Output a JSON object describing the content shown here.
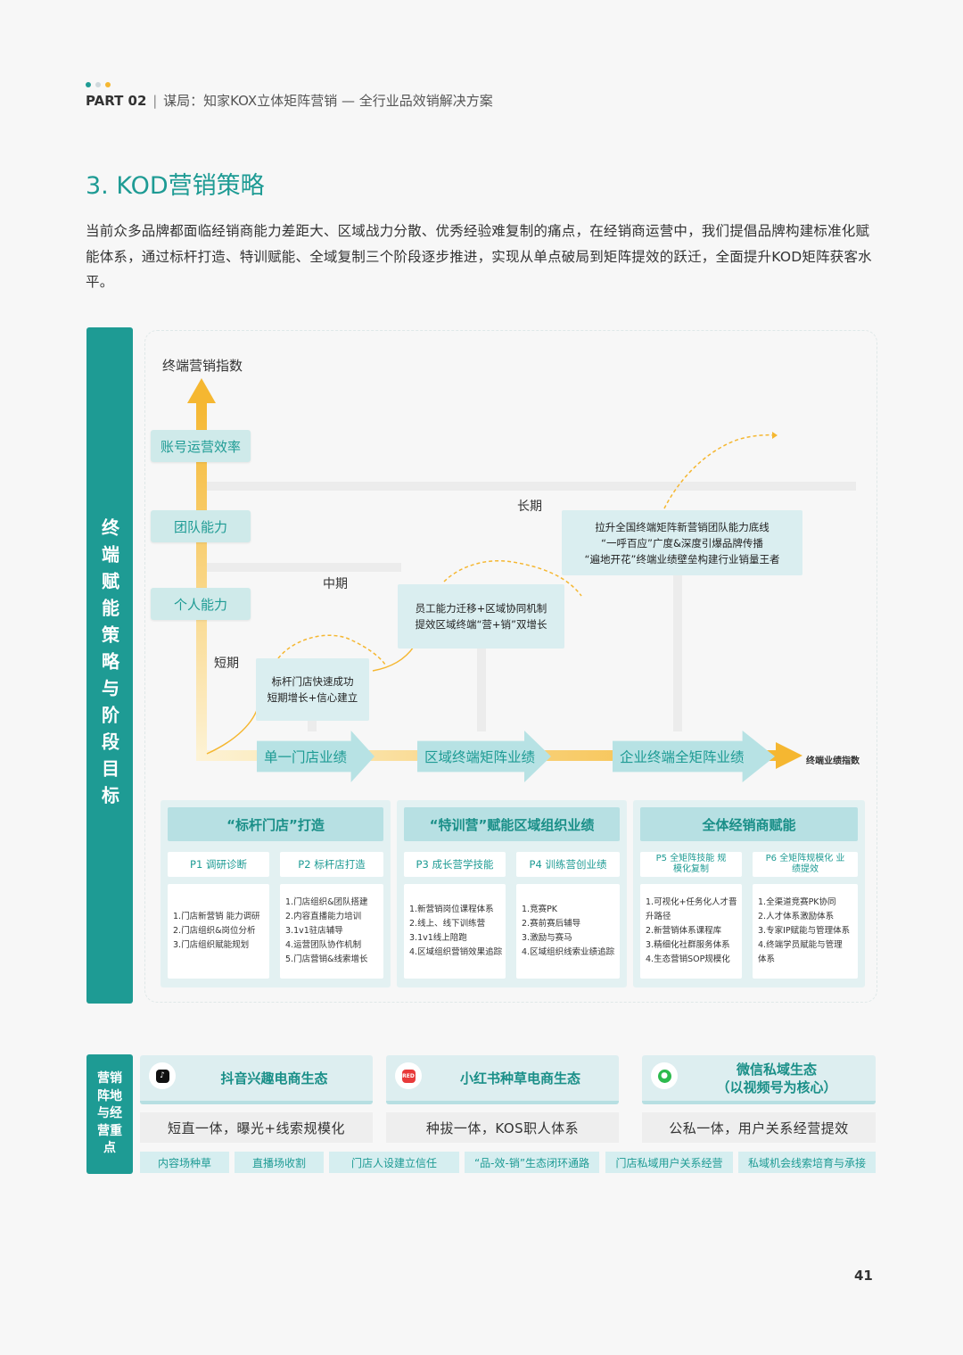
{
  "header": {
    "part": "PART 02",
    "separator": "|",
    "subtitle": "谋局：知家KOX立体矩阵营销 — 全行业品效销解决方案",
    "dot_colors": [
      "#1e9b94",
      "#cfd8dc",
      "#f5b731"
    ]
  },
  "section_title": "3. KOD营销策略",
  "intro": "当前众多品牌都面临经销商能力差距大、区域战力分散、优秀经验难复制的痛点，在经销商运营中，我们提倡品牌构建标准化赋能体系，通过标杆打造、特训赋能、全域复制三个阶段逐步推进，实现从单点破局到矩阵提效的跃迁，全面提升KOD矩阵获客水平。",
  "side_label_main": "终端赋能策略与阶段目标",
  "side_label_bottom": "营销阵地与经营重点",
  "diagram": {
    "y_axis_label": "终端营销指数",
    "y_levels": [
      "账号运营效率",
      "团队能力",
      "个人能力"
    ],
    "phases": {
      "short": "短期",
      "mid": "中期",
      "long": "长期"
    },
    "goals": {
      "short": [
        "标杆门店快速成功",
        "短期增长+信心建立"
      ],
      "mid": [
        "员工能力迁移+区域协同机制",
        "提效区域终端“营+销”双增长"
      ],
      "long": [
        "拉升全国终端矩阵新营销团队能力底线",
        "“一呼百应”广度&深度引爆品牌传播",
        "“遍地开花”终端业绩壁垒构建行业销量王者"
      ]
    },
    "x_stages": [
      "单一门店业绩",
      "区域终端矩阵业绩",
      "企业终端全矩阵业绩"
    ],
    "x_axis_label": "终端业绩指数",
    "accent_color": "#f5b731",
    "teal_color": "#1e9b94"
  },
  "columns": [
    {
      "title": "“标杆门店”打造",
      "subs": [
        {
          "label": "P1 调研诊断",
          "items": [
            "1.门店新营销 能力调研",
            "2.门店组织&岗位分析",
            "3.门店组织赋能规划"
          ]
        },
        {
          "label": "P2 标杆店打造",
          "items": [
            "1.门店组织&团队搭建",
            "2.内容直播能力培训",
            "3.1v1驻店辅导",
            "4.运营团队协作机制",
            "5.门店营销&线索增长"
          ]
        }
      ]
    },
    {
      "title": "“特训营”赋能区域组织业绩",
      "subs": [
        {
          "label": "P3 成长营学技能",
          "items": [
            "1.新营销岗位课程体系",
            "2.线上、线下训练营",
            "3.1v1线上陪跑",
            "4.区域组织营销效果追踪"
          ]
        },
        {
          "label": "P4 训练营创业绩",
          "items": [
            "1.竞赛PK",
            "2.赛前赛后辅导",
            "3.激励与赛马",
            "4.区域组织线索业绩追踪"
          ]
        }
      ]
    },
    {
      "title": "全体经销商赋能",
      "subs": [
        {
          "label": "P5 全矩阵技能 规模化复制",
          "items": [
            "1.可视化+任务化人才晋",
            "升路径",
            "2.新营销体系课程库",
            "3.精细化社群服务体系",
            "4.生态营销SOP规模化"
          ]
        },
        {
          "label": "P6 全矩阵规模化 业绩提效",
          "items": [
            "1.全渠道竞赛PK协同",
            "2.人才体系激励体系",
            "3.专家IP赋能与管理体系",
            "4.终端学员赋能与管理",
            "体系"
          ]
        }
      ]
    }
  ],
  "platforms": [
    {
      "icon": "douyin-icon",
      "icon_text": "♪",
      "icon_color": "#111111",
      "name": "抖音兴趣电商生态",
      "slogan": "短直一体，曝光+线索规模化",
      "tags": [
        "内容场种草",
        "直播场收割"
      ]
    },
    {
      "icon": "xiaohongshu-icon",
      "icon_text": "RED",
      "icon_color": "#e83a3a",
      "name": "小红书种草电商生态",
      "slogan": "种拔一体，KOS职人体系",
      "tags": [
        "门店人设建立信任",
        "“品-效-销”生态闭环通路"
      ]
    },
    {
      "icon": "wechat-icon",
      "icon_text": "●",
      "icon_color": "#2dba4e",
      "name": "微信私域生态\n（以视频号为核心）",
      "name_lines": [
        "微信私域生态",
        "（以视频号为核心）"
      ],
      "slogan": "公私一体，用户关系经营提效",
      "tags": [
        "门店私域用户关系经营",
        "私域机会线索培育与承接"
      ]
    }
  ],
  "page_number": "41"
}
